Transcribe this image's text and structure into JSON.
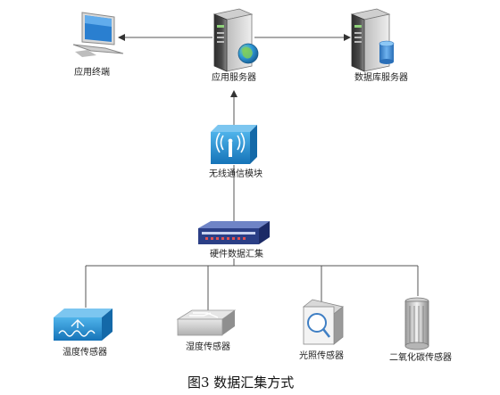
{
  "nodes": {
    "app_terminal": "应用终端",
    "app_server": "应用服务器",
    "db_server": "数据库服务器",
    "wireless_module": "无线通信模块",
    "hub": "硬件数据汇集",
    "temp_sensor": "温度传感器",
    "humidity_sensor": "湿度传感器",
    "light_sensor": "光照传感器",
    "co2_sensor": "二氧化碳传感器"
  },
  "caption": "图3  数据汇集方式",
  "icons": {
    "app_terminal": "desktop-computer-icon",
    "app_server": "server-globe-icon",
    "db_server": "server-database-icon",
    "wireless_module": "wireless-module-icon",
    "hub": "network-hub-icon",
    "temp_sensor": "temperature-sensor-icon",
    "humidity_sensor": "humidity-sensor-icon",
    "light_sensor": "light-sensor-icon",
    "co2_sensor": "co2-sensor-icon"
  },
  "colors": {
    "connector": "#555555",
    "accent_blue": "#1e88c8",
    "server_dark": "#3a3a3a",
    "hub_blue": "#2b3f86"
  }
}
